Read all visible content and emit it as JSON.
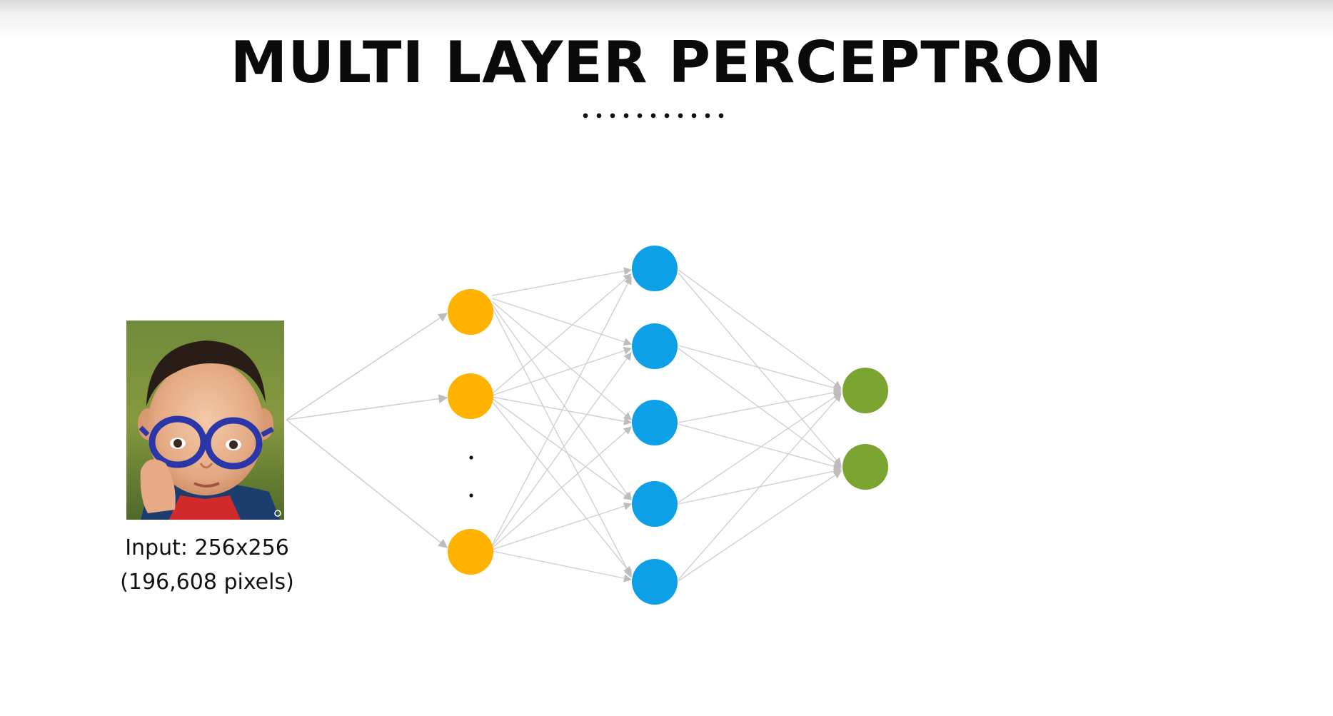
{
  "slide": {
    "title": "MULTI LAYER PERCEPTRON"
  },
  "input": {
    "label_line1": "Input: 256x256",
    "label_line2": "(196,608 pixels)",
    "image": "child-with-glasses-photo"
  },
  "network": {
    "layers": [
      {
        "name": "input-layer",
        "neurons": 3,
        "ellipsis_between": [
          2,
          3
        ],
        "color": "#FFB300"
      },
      {
        "name": "hidden-layer",
        "neurons": 5,
        "color": "#0EA0E6"
      },
      {
        "name": "output-layer",
        "neurons": 2,
        "color": "#7BA530"
      }
    ],
    "connection_color": "#c8c8c8",
    "fully_connected": true
  },
  "colors": {
    "title": "#0a0a0a",
    "input_neuron": "#FFB300",
    "hidden_neuron": "#0EA0E6",
    "output_neuron": "#7BA530"
  }
}
